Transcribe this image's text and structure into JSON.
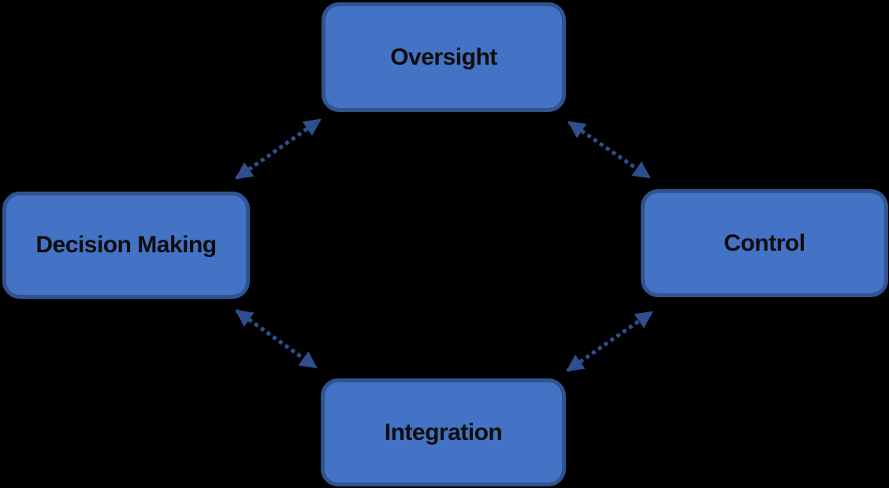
{
  "diagram": {
    "title": "cycle-diagram",
    "nodes": [
      {
        "id": "oversight",
        "label": "Oversight",
        "position": "top"
      },
      {
        "id": "decision-making",
        "label": "Decision Making",
        "position": "left"
      },
      {
        "id": "control",
        "label": "Control",
        "position": "right"
      },
      {
        "id": "integration",
        "label": "Integration",
        "position": "bottom"
      }
    ],
    "connections": [
      {
        "from": "decision-making",
        "to": "oversight",
        "style": "dotted-double-arrow"
      },
      {
        "from": "oversight",
        "to": "control",
        "style": "dotted-double-arrow"
      },
      {
        "from": "decision-making",
        "to": "integration",
        "style": "dotted-double-arrow"
      },
      {
        "from": "integration",
        "to": "control",
        "style": "dotted-double-arrow"
      }
    ]
  },
  "colors": {
    "background": "#000000",
    "node-fill": "#4472C4",
    "node-border": "#2F5490",
    "node-text": "#0D0D0D",
    "arrow": "#2E4E8E"
  }
}
